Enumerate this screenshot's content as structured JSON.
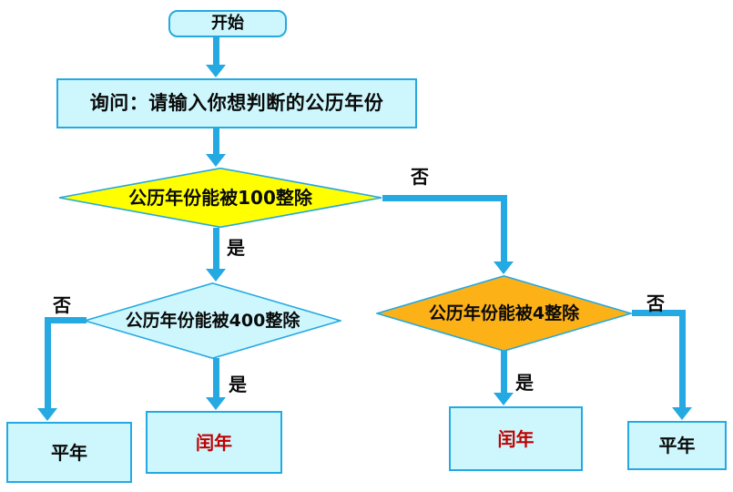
{
  "colors": {
    "connector": "#25A9E2",
    "node_fill": "#CDF7FD",
    "node_border": "#25A9E2",
    "decision_100_fill": "#FFFF00",
    "decision_400_fill": "#CDF7FD",
    "decision_4_fill": "#FCB116",
    "leap_year_text": "#C00000",
    "default_text": "#0a0a0a",
    "background": "#ffffff"
  },
  "nodes": {
    "start": {
      "label": "开始"
    },
    "ask": {
      "label": "询问：请输入你想判断的公历年份"
    },
    "decision_100": {
      "label": "公历年份能被100整除"
    },
    "decision_400": {
      "label": "公历年份能被400整除"
    },
    "decision_4": {
      "label": "公历年份能被4整除"
    },
    "common_left": {
      "label": "平年"
    },
    "leap_left": {
      "label": "闰年"
    },
    "leap_right": {
      "label": "闰年"
    },
    "common_right": {
      "label": "平年"
    }
  },
  "edges": {
    "d100_yes": "是",
    "d100_no": "否",
    "d400_yes": "是",
    "d400_no": "否",
    "d4_yes": "是",
    "d4_no": "否"
  }
}
